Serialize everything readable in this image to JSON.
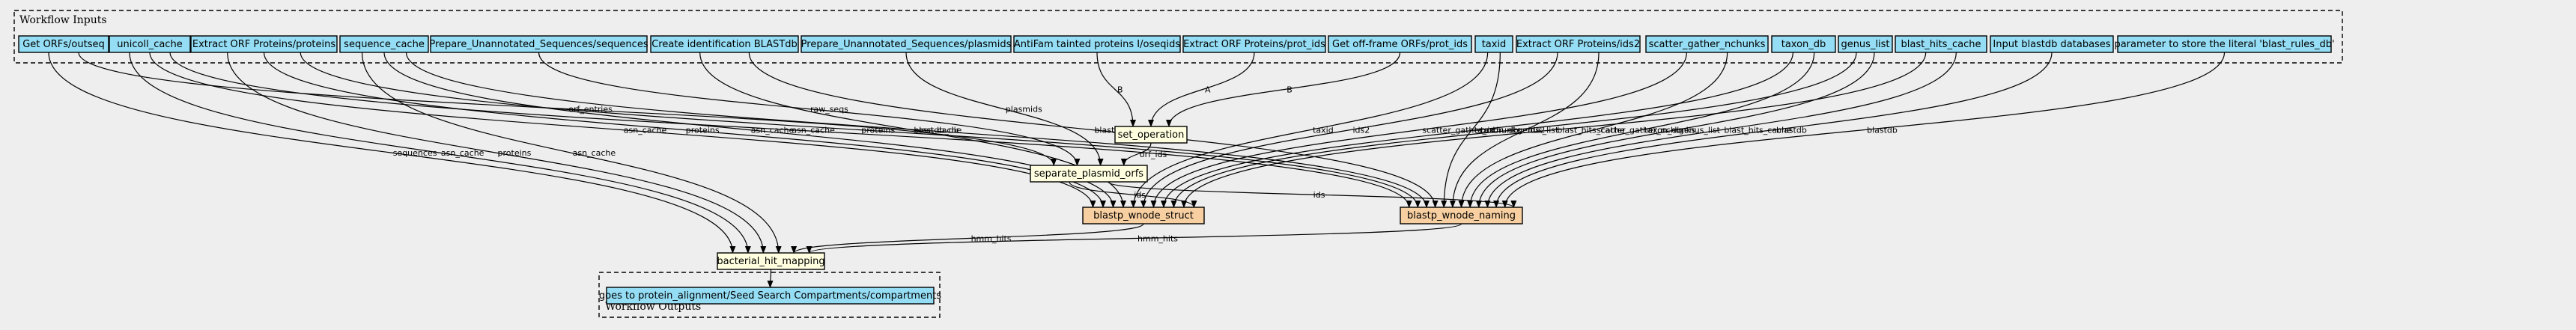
{
  "clusters": {
    "inputs_title": "Workflow Inputs",
    "outputs_title": "Workflow Outputs"
  },
  "colors": {
    "background": "#eeeeee",
    "input_fill": "#94ddf4",
    "step_fill": "#ffffe0",
    "subworkflow_fill": "#f7cfa0",
    "output_fill": "#94ddf4",
    "stroke": "#000000"
  },
  "inputs": [
    {
      "id": "get_orfs_outseq",
      "label": "Get ORFs/outseq"
    },
    {
      "id": "unicoll_cache",
      "label": "unicoll_cache"
    },
    {
      "id": "extract_orf_proteins",
      "label": "Extract ORF Proteins/proteins"
    },
    {
      "id": "sequence_cache",
      "label": "sequence_cache"
    },
    {
      "id": "prep_unannot_seqs",
      "label": "Prepare_Unannotated_Sequences/sequences"
    },
    {
      "id": "create_id_blastdb",
      "label": "Create identification BLASTdb"
    },
    {
      "id": "prep_unannot_plasmids",
      "label": "Prepare_Unannotated_Sequences/plasmids"
    },
    {
      "id": "antifam_tainted",
      "label": "AntiFam tainted proteins I/oseqids"
    },
    {
      "id": "extract_orf_prot_ids",
      "label": "Extract ORF Proteins/prot_ids"
    },
    {
      "id": "get_offframe_orfs",
      "label": "Get off-frame ORFs/prot_ids"
    },
    {
      "id": "taxid",
      "label": "taxid"
    },
    {
      "id": "extract_orf_ids2",
      "label": "Extract ORF Proteins/ids2"
    },
    {
      "id": "scatter_gather_nchunks",
      "label": "scatter_gather_nchunks"
    },
    {
      "id": "taxon_db",
      "label": "taxon_db"
    },
    {
      "id": "genus_list",
      "label": "genus_list"
    },
    {
      "id": "blast_hits_cache",
      "label": "blast_hits_cache"
    },
    {
      "id": "input_blastdb",
      "label": "Input blastdb databases"
    },
    {
      "id": "param_literal",
      "label": "parameter to store the literal 'blast_rules_db'"
    }
  ],
  "steps": [
    {
      "id": "set_operation",
      "label": "set_operation"
    },
    {
      "id": "separate_plasmid_orfs",
      "label": "separate_plasmid_orfs"
    },
    {
      "id": "blastp_wnode_struct",
      "label": "blastp_wnode_struct"
    },
    {
      "id": "blastp_wnode_naming",
      "label": "blastp_wnode_naming"
    },
    {
      "id": "bacterial_hit_mapping",
      "label": "bacterial_hit_mapping"
    }
  ],
  "outputs": [
    {
      "id": "goes_to_protein_alignment",
      "label": "goes to protein_alignment/Seed Search Compartments/compartments"
    }
  ],
  "edges": [
    {
      "from": "get_orfs_outseq",
      "to": "bacterial_hit_mapping",
      "label": "sequences"
    },
    {
      "from": "get_orfs_outseq",
      "to": "separate_plasmid_orfs",
      "label": "orf_entries"
    },
    {
      "from": "unicoll_cache",
      "to": "bacterial_hit_mapping",
      "label": "asn_cache"
    },
    {
      "from": "unicoll_cache",
      "to": "blastp_wnode_struct",
      "label": "asn_cache"
    },
    {
      "from": "unicoll_cache",
      "to": "blastp_wnode_naming",
      "label": "asn_cache"
    },
    {
      "from": "extract_orf_proteins",
      "to": "bacterial_hit_mapping",
      "label": "proteins"
    },
    {
      "from": "extract_orf_proteins",
      "to": "blastp_wnode_struct",
      "label": "proteins"
    },
    {
      "from": "extract_orf_proteins",
      "to": "blastp_wnode_naming",
      "label": "proteins"
    },
    {
      "from": "sequence_cache",
      "to": "bacterial_hit_mapping",
      "label": "asn_cache"
    },
    {
      "from": "sequence_cache",
      "to": "blastp_wnode_struct",
      "label": "asn_cache"
    },
    {
      "from": "sequence_cache",
      "to": "blastp_wnode_naming",
      "label": "asn_cache"
    },
    {
      "from": "prep_unannot_seqs",
      "to": "separate_plasmid_orfs",
      "label": "raw_seqs"
    },
    {
      "from": "create_id_blastdb",
      "to": "blastp_wnode_struct",
      "label": "blastdb_dir"
    },
    {
      "from": "create_id_blastdb",
      "to": "blastp_wnode_naming",
      "label": "blastdb_dir"
    },
    {
      "from": "prep_unannot_plasmids",
      "to": "separate_plasmid_orfs",
      "label": "plasmids"
    },
    {
      "from": "antifam_tainted",
      "to": "set_operation",
      "label": "B"
    },
    {
      "from": "extract_orf_prot_ids",
      "to": "set_operation",
      "label": "A"
    },
    {
      "from": "get_offframe_orfs",
      "to": "set_operation",
      "label": "B"
    },
    {
      "from": "taxid",
      "to": "blastp_wnode_struct",
      "label": "taxid"
    },
    {
      "from": "taxid",
      "to": "blastp_wnode_naming",
      "label": "taxid"
    },
    {
      "from": "extract_orf_ids2",
      "to": "blastp_wnode_struct",
      "label": "ids2"
    },
    {
      "from": "extract_orf_ids2",
      "to": "blastp_wnode_naming",
      "label": "ids2"
    },
    {
      "from": "scatter_gather_nchunks",
      "to": "blastp_wnode_struct",
      "label": "scatter_gather_nchunks"
    },
    {
      "from": "scatter_gather_nchunks",
      "to": "blastp_wnode_naming",
      "label": "scatter_gather_nchunks"
    },
    {
      "from": "taxon_db",
      "to": "blastp_wnode_struct",
      "label": "taxon_db"
    },
    {
      "from": "taxon_db",
      "to": "blastp_wnode_naming",
      "label": "taxon_db"
    },
    {
      "from": "genus_list",
      "to": "blastp_wnode_struct",
      "label": "genus_list"
    },
    {
      "from": "genus_list",
      "to": "blastp_wnode_naming",
      "label": "genus_list"
    },
    {
      "from": "blast_hits_cache",
      "to": "blastp_wnode_struct",
      "label": "blast_hits_cache"
    },
    {
      "from": "blast_hits_cache",
      "to": "blastp_wnode_naming",
      "label": "blast_hits_cache"
    },
    {
      "from": "input_blastdb",
      "to": "blastp_wnode_naming",
      "label": "blastdb"
    },
    {
      "from": "param_literal",
      "to": "blastp_wnode_naming",
      "label": "blastdb"
    },
    {
      "from": "set_operation",
      "to": "separate_plasmid_orfs",
      "label": "orf_ids"
    },
    {
      "from": "separate_plasmid_orfs",
      "to": "blastp_wnode_struct",
      "label": "ids"
    },
    {
      "from": "separate_plasmid_orfs",
      "to": "blastp_wnode_naming",
      "label": "ids"
    },
    {
      "from": "blastp_wnode_struct",
      "to": "bacterial_hit_mapping",
      "label": "hmm_hits"
    },
    {
      "from": "blastp_wnode_naming",
      "to": "bacterial_hit_mapping",
      "label": "hmm_hits"
    },
    {
      "from": "bacterial_hit_mapping",
      "to": "goes_to_protein_alignment",
      "label": ""
    }
  ]
}
